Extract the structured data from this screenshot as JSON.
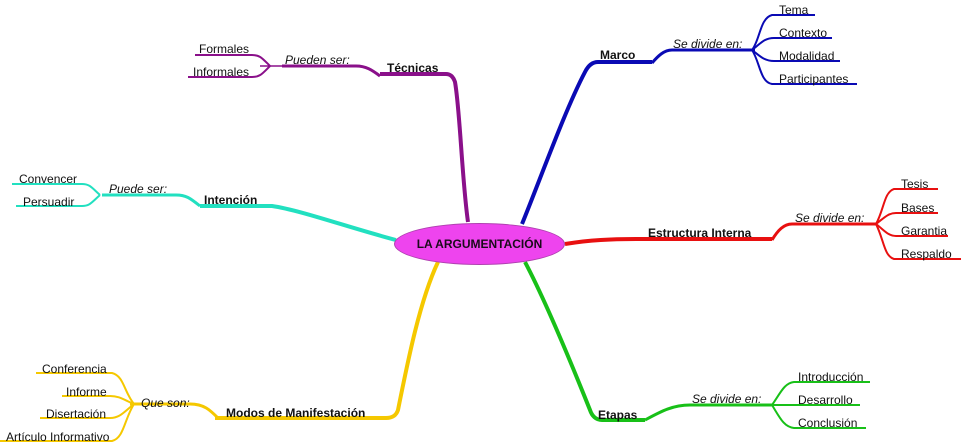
{
  "center": {
    "label": "LA ARGUMENTACIÓN",
    "color": "#ee44ee"
  },
  "branches": {
    "marco": {
      "label": "Marco",
      "color": "#0a0ab4",
      "connector": "Se divide en:",
      "children": [
        "Tema",
        "Contexto",
        "Modalidad",
        "Participantes"
      ]
    },
    "estructura": {
      "label": "Estructura Interna",
      "color": "#e81010",
      "connector": "Se divide en:",
      "children": [
        "Tesis",
        "Bases",
        "Garantia",
        "Respaldo"
      ]
    },
    "etapas": {
      "label": "Etapas",
      "color": "#18c018",
      "connector": "Se divide en:",
      "children": [
        "Introducción",
        "Desarrollo",
        "Conclusión"
      ]
    },
    "modos": {
      "label": "Modos de Manifestación",
      "color": "#f5c800",
      "connector": "Que son:",
      "children": [
        "Conferencia",
        "Informe",
        "Disertación",
        "Artículo Informativo"
      ]
    },
    "intencion": {
      "label": "Intención",
      "color": "#22e0c0",
      "connector": "Puede ser:",
      "children": [
        "Convencer",
        "Persuadir"
      ]
    },
    "tecnicas": {
      "label": "Técnicas",
      "color": "#8a108a",
      "connector": "Pueden ser:",
      "children": [
        "Formales",
        "Informales"
      ]
    }
  }
}
